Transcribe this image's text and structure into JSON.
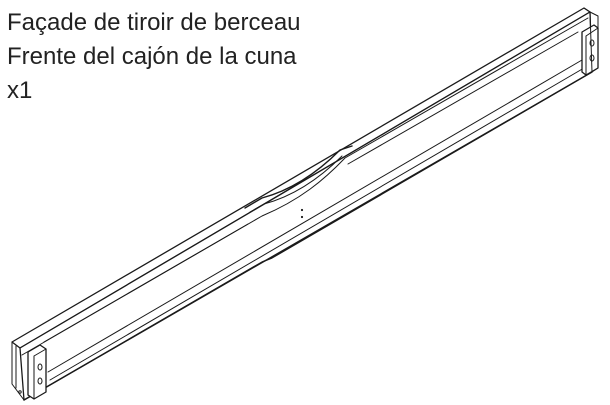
{
  "caption": {
    "line_fr": "Façade de tiroir de berceau",
    "line_es": "Frente del cajón de la cuna",
    "quantity": "x1"
  },
  "part": {
    "icon": "drawer-front-board-drawing"
  }
}
